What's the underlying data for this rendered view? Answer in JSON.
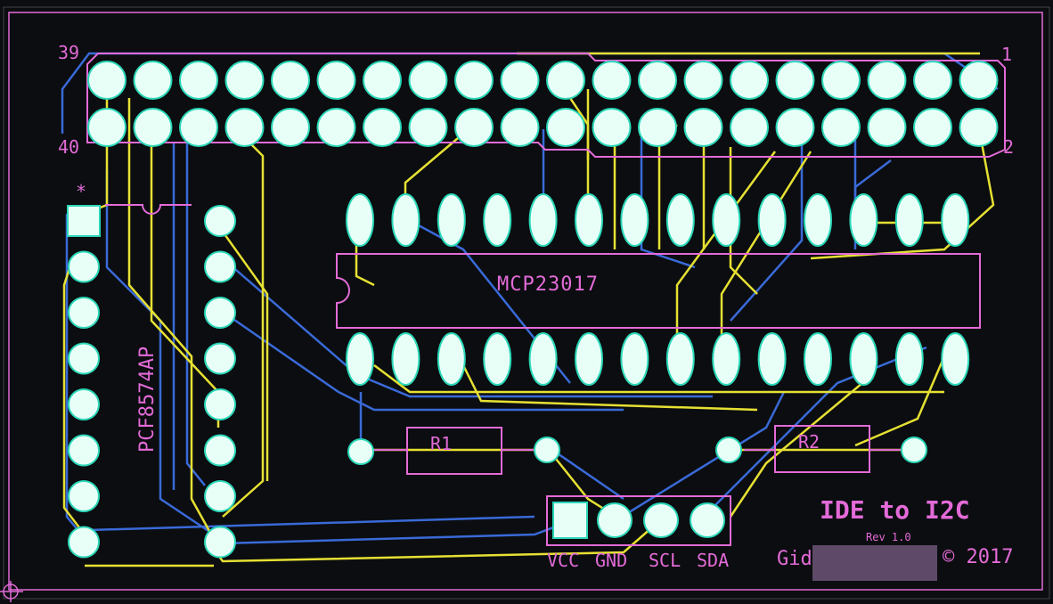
{
  "board": {
    "title": "IDE to I2C",
    "revision": "Rev 1.0",
    "author": "Gid",
    "copyright": "© 2017"
  },
  "header": {
    "pin_label_first": "1",
    "pin_label_second": "2",
    "pin_label_last_top": "39",
    "pin_label_last_bottom": "40"
  },
  "chips": {
    "mcp": "MCP23017",
    "pcf": "PCF8574AP",
    "pcf_marker": "*"
  },
  "resistors": {
    "r1": "R1",
    "r2": "R2"
  },
  "connector": {
    "pins": [
      "VCC",
      "GND",
      "SCL",
      "SDA"
    ]
  },
  "colors": {
    "background": "#0b0d10",
    "silkscreen": "#e36bd8",
    "top_trace": "#e6e033",
    "bottom_trace": "#3a6ad8",
    "pad": "#e8fff8",
    "pad_outline": "#2ad8b8"
  }
}
